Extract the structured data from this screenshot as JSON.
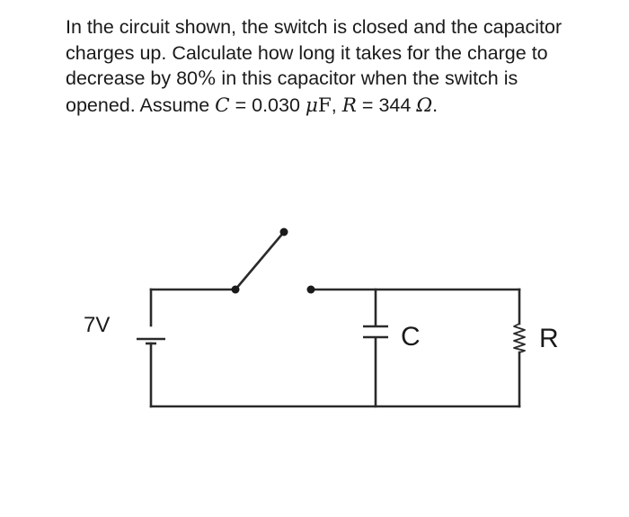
{
  "question": {
    "line1": "In the circuit shown, the switch is closed and the capacitor",
    "line2": "charges up. Calculate how long it takes for the charge to",
    "line3_before": "decrease by 80",
    "line3_percent": "%",
    "line3_after": " in this capacitor when the switch is",
    "line4_before": "opened. Assume ",
    "C_symbol": "C",
    "C_eq": " = 0.030 ",
    "C_unit_mu": "μ",
    "C_unit_F": "F",
    "comma": ", ",
    "R_symbol": "R",
    "R_eq": " = 344 ",
    "R_unit": "Ω",
    "period": "."
  },
  "circuit": {
    "battery_label": "7V",
    "capacitor_label": "C",
    "resistor_label": "R"
  }
}
